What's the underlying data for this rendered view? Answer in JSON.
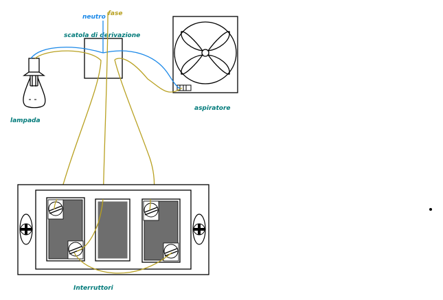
{
  "labels": {
    "neutro": "neutro",
    "fase": "fase",
    "junction_box": "scatola di derivazione",
    "lamp": "lampada",
    "fan": "aspiratore",
    "switches": "Interruttori"
  },
  "colors": {
    "neutral_wire": "#1a88e8",
    "phase_wire": "#b8a020",
    "label": "#007a7a",
    "switch_fill": "#6e6e6e",
    "outline": "#000000"
  },
  "components": [
    {
      "id": "lamp",
      "label_key": "lamp"
    },
    {
      "id": "junction-box",
      "label_key": "junction_box"
    },
    {
      "id": "fan",
      "label_key": "fan"
    },
    {
      "id": "switch-plate",
      "label_key": "switches",
      "switch_count": 3
    }
  ]
}
